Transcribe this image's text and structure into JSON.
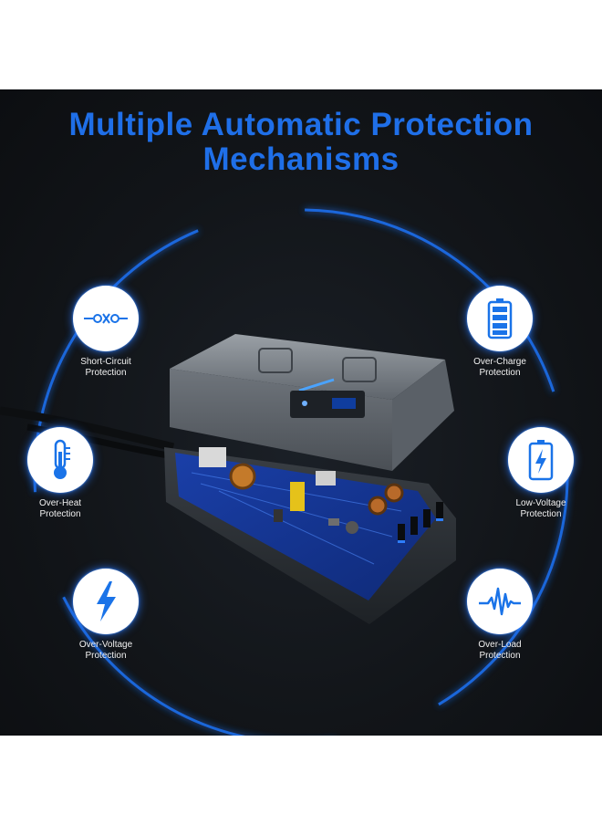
{
  "title": {
    "line1": "Multiple Automatic Protection",
    "line2": "Mechanisms"
  },
  "colors": {
    "accent": "#1f6fe8",
    "background": "#121519",
    "icon_blue": "#1a73e8"
  },
  "features": [
    {
      "line1": "Short-Circuit",
      "line2": "Protection",
      "icon": "short-circuit-icon"
    },
    {
      "line1": "Over-Charge",
      "line2": "Protection",
      "icon": "battery-full-icon"
    },
    {
      "line1": "Over-Heat",
      "line2": "Protection",
      "icon": "thermometer-icon"
    },
    {
      "line1": "Low-Voltage",
      "line2": "Protection",
      "icon": "battery-low-icon"
    },
    {
      "line1": "Over-Voltage",
      "line2": "Protection",
      "icon": "lightning-icon"
    },
    {
      "line1": "Over-Load",
      "line2": "Protection",
      "icon": "waveform-icon"
    }
  ]
}
